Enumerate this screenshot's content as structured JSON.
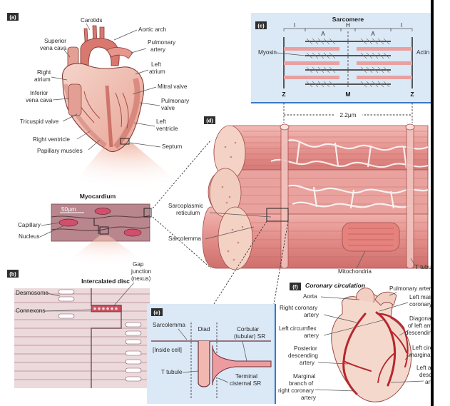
{
  "panels": {
    "a": {
      "tag": "(a)",
      "labels": {
        "carotids": "Carotids",
        "aortic_arch": "Aortic arch",
        "superior_vena_cava_1": "Superior",
        "superior_vena_cava_2": "vena cava",
        "pulmonary_artery_1": "Pulmonary",
        "pulmonary_artery_2": "artery",
        "right_atrium_1": "Right",
        "right_atrium_2": "atrium",
        "left_atrium_1": "Left",
        "left_atrium_2": "atrium",
        "inferior_vena_cava_1": "Inferior",
        "inferior_vena_cava_2": "vena cava",
        "mitral_valve": "Mitral valve",
        "pulmonary_valve_1": "Pulmonary",
        "pulmonary_valve_2": "valve",
        "tricuspid_valve": "Tricuspid valve",
        "left_ventricle_1": "Left",
        "left_ventricle_2": "ventricle",
        "right_ventricle": "Right ventricle",
        "septum": "Septum",
        "papillary_muscles": "Papillary muscles"
      }
    },
    "myocardium": {
      "title": "Myocardium",
      "scale": "50μm",
      "capillary": "Capillary",
      "nucleus": "Nucleus"
    },
    "b": {
      "tag": "(b)",
      "title": "Intercalated disc",
      "gap_junction_1": "Gap",
      "gap_junction_2": "junction",
      "gap_junction_3": "(nexus)",
      "desmosome": "Desmosome",
      "connexons": "Connexons"
    },
    "c": {
      "tag": "(c)",
      "title": "Sarcomere",
      "band_i_left": "I",
      "band_a_left": "A",
      "band_h": "H",
      "band_a_right": "A",
      "band_i_right": "I",
      "myosin": "Myosin",
      "actin": "Actin",
      "z_left": "Z",
      "m_line": "M",
      "z_right": "Z",
      "length": "2.2μm"
    },
    "d": {
      "tag": "(d)",
      "sarcoplasmic_1": "Sarcoplasmic",
      "sarcoplasmic_2": "reticulum",
      "sarcolemma": "Sarcolemma",
      "mitochondria": "Mitochondria",
      "t_tubule": "T tubule"
    },
    "e": {
      "tag": "(e)",
      "sarcolemma": "Sarcolemma",
      "diad": "Diad",
      "inside_cell": "[Inside cell]",
      "corbular_1": "Corbular",
      "corbular_2": "(tubular) SR",
      "t_tubule": "T tubule",
      "terminal_1": "Terminal",
      "terminal_2": "cisternal SR"
    },
    "f": {
      "tag": "(f)",
      "title": "Coronary circulation",
      "aorta": "Aorta",
      "pulmonary_artery": "Pulmonary artery",
      "right_coronary_1": "Right coronary",
      "right_coronary_2": "artery",
      "left_main_1": "Left main",
      "left_main_2": "coronary artery",
      "left_circumflex_1": "Left circumflex",
      "left_circumflex_2": "artery",
      "diagonal_1": "Diagonal branch",
      "diagonal_2": "of left anterior",
      "diagonal_3": "descending artery",
      "posterior_1": "Posterior",
      "posterior_2": "descending",
      "posterior_3": "artery",
      "left_circ_marginal_1": "Left circumflex",
      "left_circ_marginal_2": "marginal artery",
      "left_anterior_1": "Left anterior",
      "left_anterior_2": "descending",
      "left_anterior_3": "artery",
      "marginal_1": "Marginal",
      "marginal_2": "branch of",
      "marginal_3": "right coronary",
      "marginal_4": "artery"
    }
  },
  "colors": {
    "heart_red": "#c9524e",
    "heart_light": "#f2c9bf",
    "muscle_pink": "#e8a3a0",
    "myocardium_mauve": "#b9868e",
    "panel_blue": "#dbe8f6",
    "panel_border": "#3a78c2"
  }
}
